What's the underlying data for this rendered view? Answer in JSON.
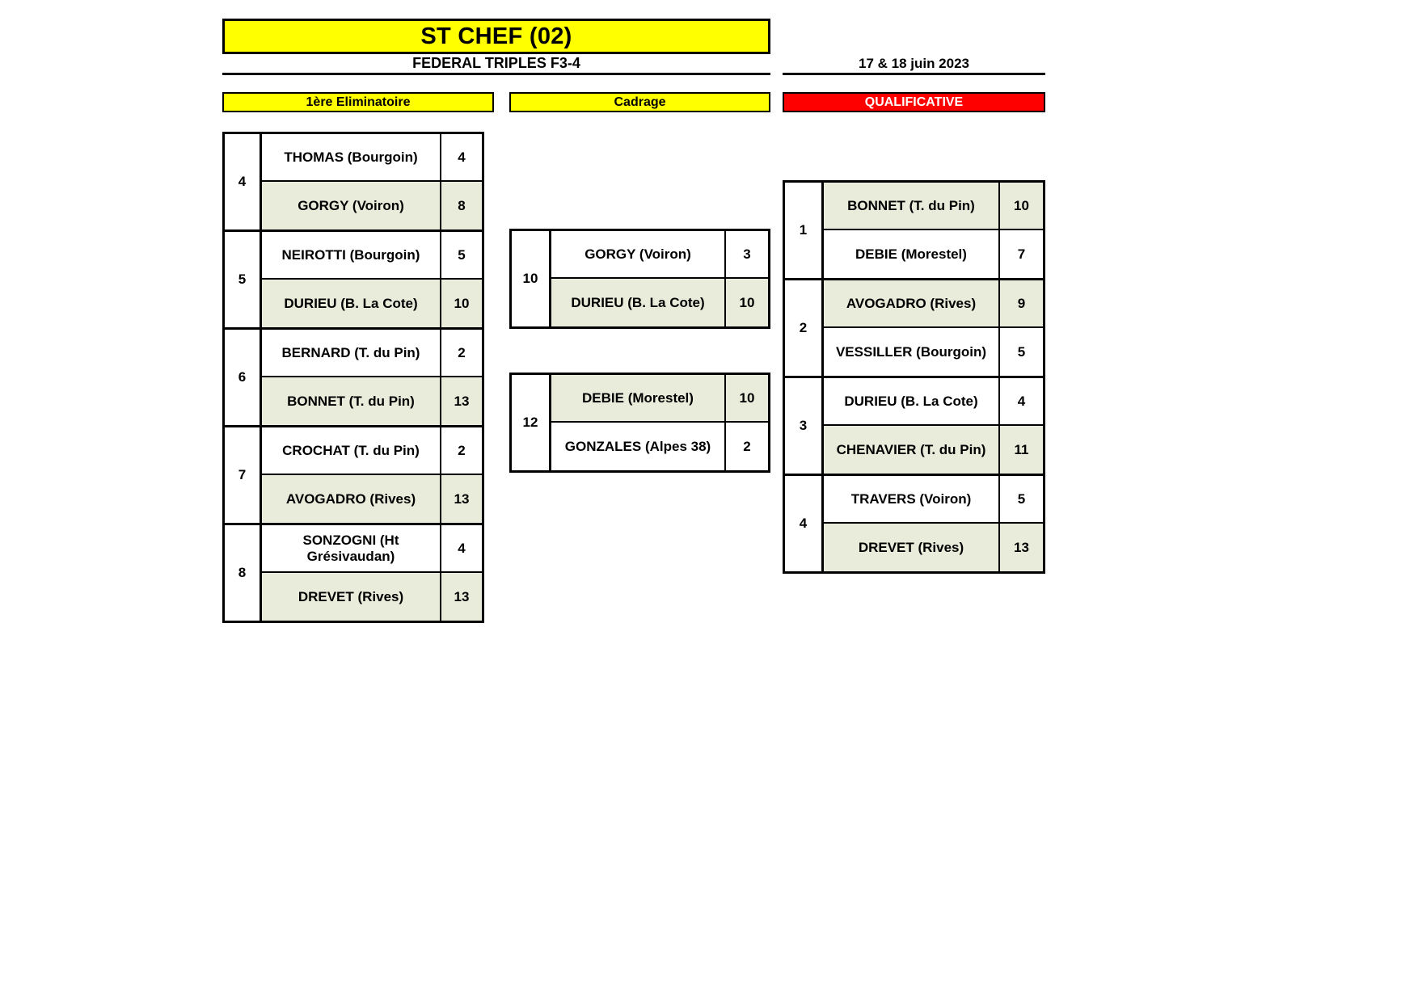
{
  "header": {
    "title": "ST CHEF (02)",
    "subtitle": "FEDERAL TRIPLES  F3-4",
    "date": "17 & 18 juin 2023"
  },
  "sections": {
    "elimination": "1ère Eliminatoire",
    "cadrage": "Cadrage",
    "qualificative": "QUALIFICATIVE"
  },
  "colors": {
    "banner_yellow": "#ffff00",
    "qualificative_red": "#ff0000",
    "winner_green": "#e9ecda"
  },
  "elimination": {
    "matches": [
      {
        "number": "4",
        "top": {
          "player": "THOMAS (Bourgoin)",
          "score": "4",
          "winner": false
        },
        "bottom": {
          "player": "GORGY (Voiron)",
          "score": "8",
          "winner": true
        }
      },
      {
        "number": "5",
        "top": {
          "player": "NEIROTTI (Bourgoin)",
          "score": "5",
          "winner": false
        },
        "bottom": {
          "player": "DURIEU (B. La Cote)",
          "score": "10",
          "winner": true
        }
      },
      {
        "number": "6",
        "top": {
          "player": "BERNARD (T. du Pin)",
          "score": "2",
          "winner": false
        },
        "bottom": {
          "player": "BONNET (T. du Pin)",
          "score": "13",
          "winner": true
        }
      },
      {
        "number": "7",
        "top": {
          "player": "CROCHAT (T. du Pin)",
          "score": "2",
          "winner": false
        },
        "bottom": {
          "player": "AVOGADRO (Rives)",
          "score": "13",
          "winner": true
        }
      },
      {
        "number": "8",
        "top": {
          "player": "SONZOGNI (Ht Grésivaudan)",
          "score": "4",
          "winner": false
        },
        "bottom": {
          "player": "DREVET (Rives)",
          "score": "13",
          "winner": true
        }
      }
    ]
  },
  "cadrage": {
    "matches": [
      {
        "number": "10",
        "top": {
          "player": "GORGY (Voiron)",
          "score": "3",
          "winner": false
        },
        "bottom": {
          "player": "DURIEU (B. La Cote)",
          "score": "10",
          "winner": true
        }
      },
      {
        "number": "12",
        "top": {
          "player": "DEBIE (Morestel)",
          "score": "10",
          "winner": true
        },
        "bottom": {
          "player": "GONZALES (Alpes 38)",
          "score": "2",
          "winner": false
        }
      }
    ]
  },
  "qualificative": {
    "matches": [
      {
        "number": "1",
        "top": {
          "player": "BONNET (T. du Pin)",
          "score": "10",
          "winner": true
        },
        "bottom": {
          "player": "DEBIE (Morestel)",
          "score": "7",
          "winner": false
        }
      },
      {
        "number": "2",
        "top": {
          "player": "AVOGADRO (Rives)",
          "score": "9",
          "winner": true
        },
        "bottom": {
          "player": "VESSILLER (Bourgoin)",
          "score": "5",
          "winner": false
        }
      },
      {
        "number": "3",
        "top": {
          "player": "DURIEU (B. La Cote)",
          "score": "4",
          "winner": false
        },
        "bottom": {
          "player": "CHENAVIER (T. du Pin)",
          "score": "11",
          "winner": true
        }
      },
      {
        "number": "4",
        "top": {
          "player": "TRAVERS (Voiron)",
          "score": "5",
          "winner": false
        },
        "bottom": {
          "player": "DREVET (Rives)",
          "score": "13",
          "winner": true
        }
      }
    ]
  }
}
